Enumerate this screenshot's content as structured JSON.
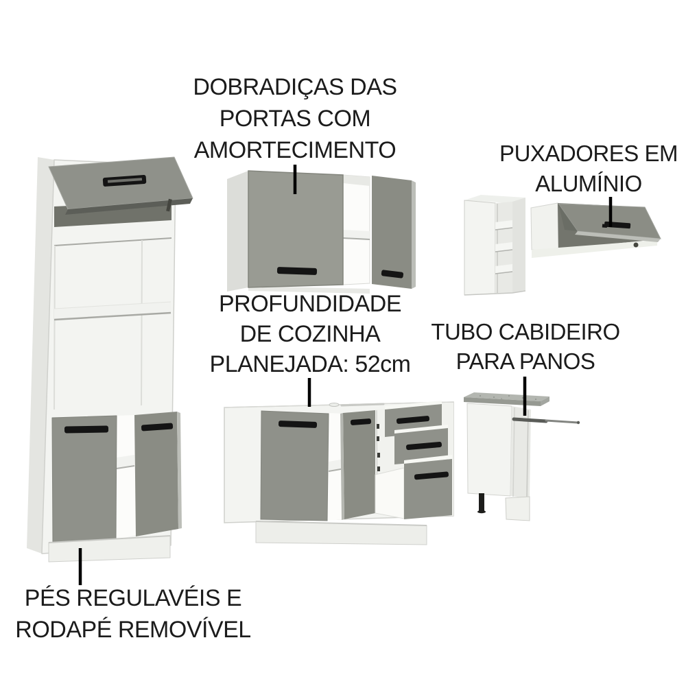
{
  "annotations": {
    "hinges": {
      "line1": "DOBRADIÇAS DAS",
      "line2": "PORTAS COM",
      "line3": "AMORTECIMENTO"
    },
    "depth": {
      "line1": "PROFUNDIDADE",
      "line2": "DE COZINHA",
      "line3": "PLANEJADA: 52cm"
    },
    "handles": {
      "line1": "PUXADORES EM",
      "line2": "ALUMÍNIO"
    },
    "towel_rail": {
      "line1": "TUBO CABIDEIRO",
      "line2": "PARA PANOS"
    },
    "feet": {
      "line1": "PÉS REGULAVÉIS E",
      "line2": "RODAPÉ REMOVÍVEL"
    }
  },
  "measurements": {
    "kitchen_depth_cm": 52
  },
  "scene": {
    "pieces": [
      "tall-oven-tower-cabinet-with-flip-door-open-shelves-and-two-doors",
      "double-door-wall-cabinet-right-door-open",
      "narrow-open-shelf-niche-four-compartments",
      "flip-up-wall-cabinet-door-open",
      "base-cabinet-two-doors-and-three-drawers-open",
      "narrow-base-cabinet-with-pull-out-towel-rail-and-countertop"
    ]
  },
  "colors": {
    "page_bg": "#ffffff",
    "text": "#1b1b1b",
    "leader_line": "#000000",
    "body_white": "#f3f4f1",
    "body_side": "#e4e5e1",
    "door_gray": "#8f918a",
    "door_gray_open": "#8a8c84",
    "interior_dark": "#70726a",
    "door_edge_dark": "#5c5e58",
    "door_edge_light": "#bcbeb8",
    "interior_shadow": "#e8e9e5",
    "shelf_white": "#f1f2ef",
    "handle_black": "#141414",
    "countertop": "#b3b6b0",
    "countertop_edge": "#969992",
    "outline": "#c9cac6"
  }
}
